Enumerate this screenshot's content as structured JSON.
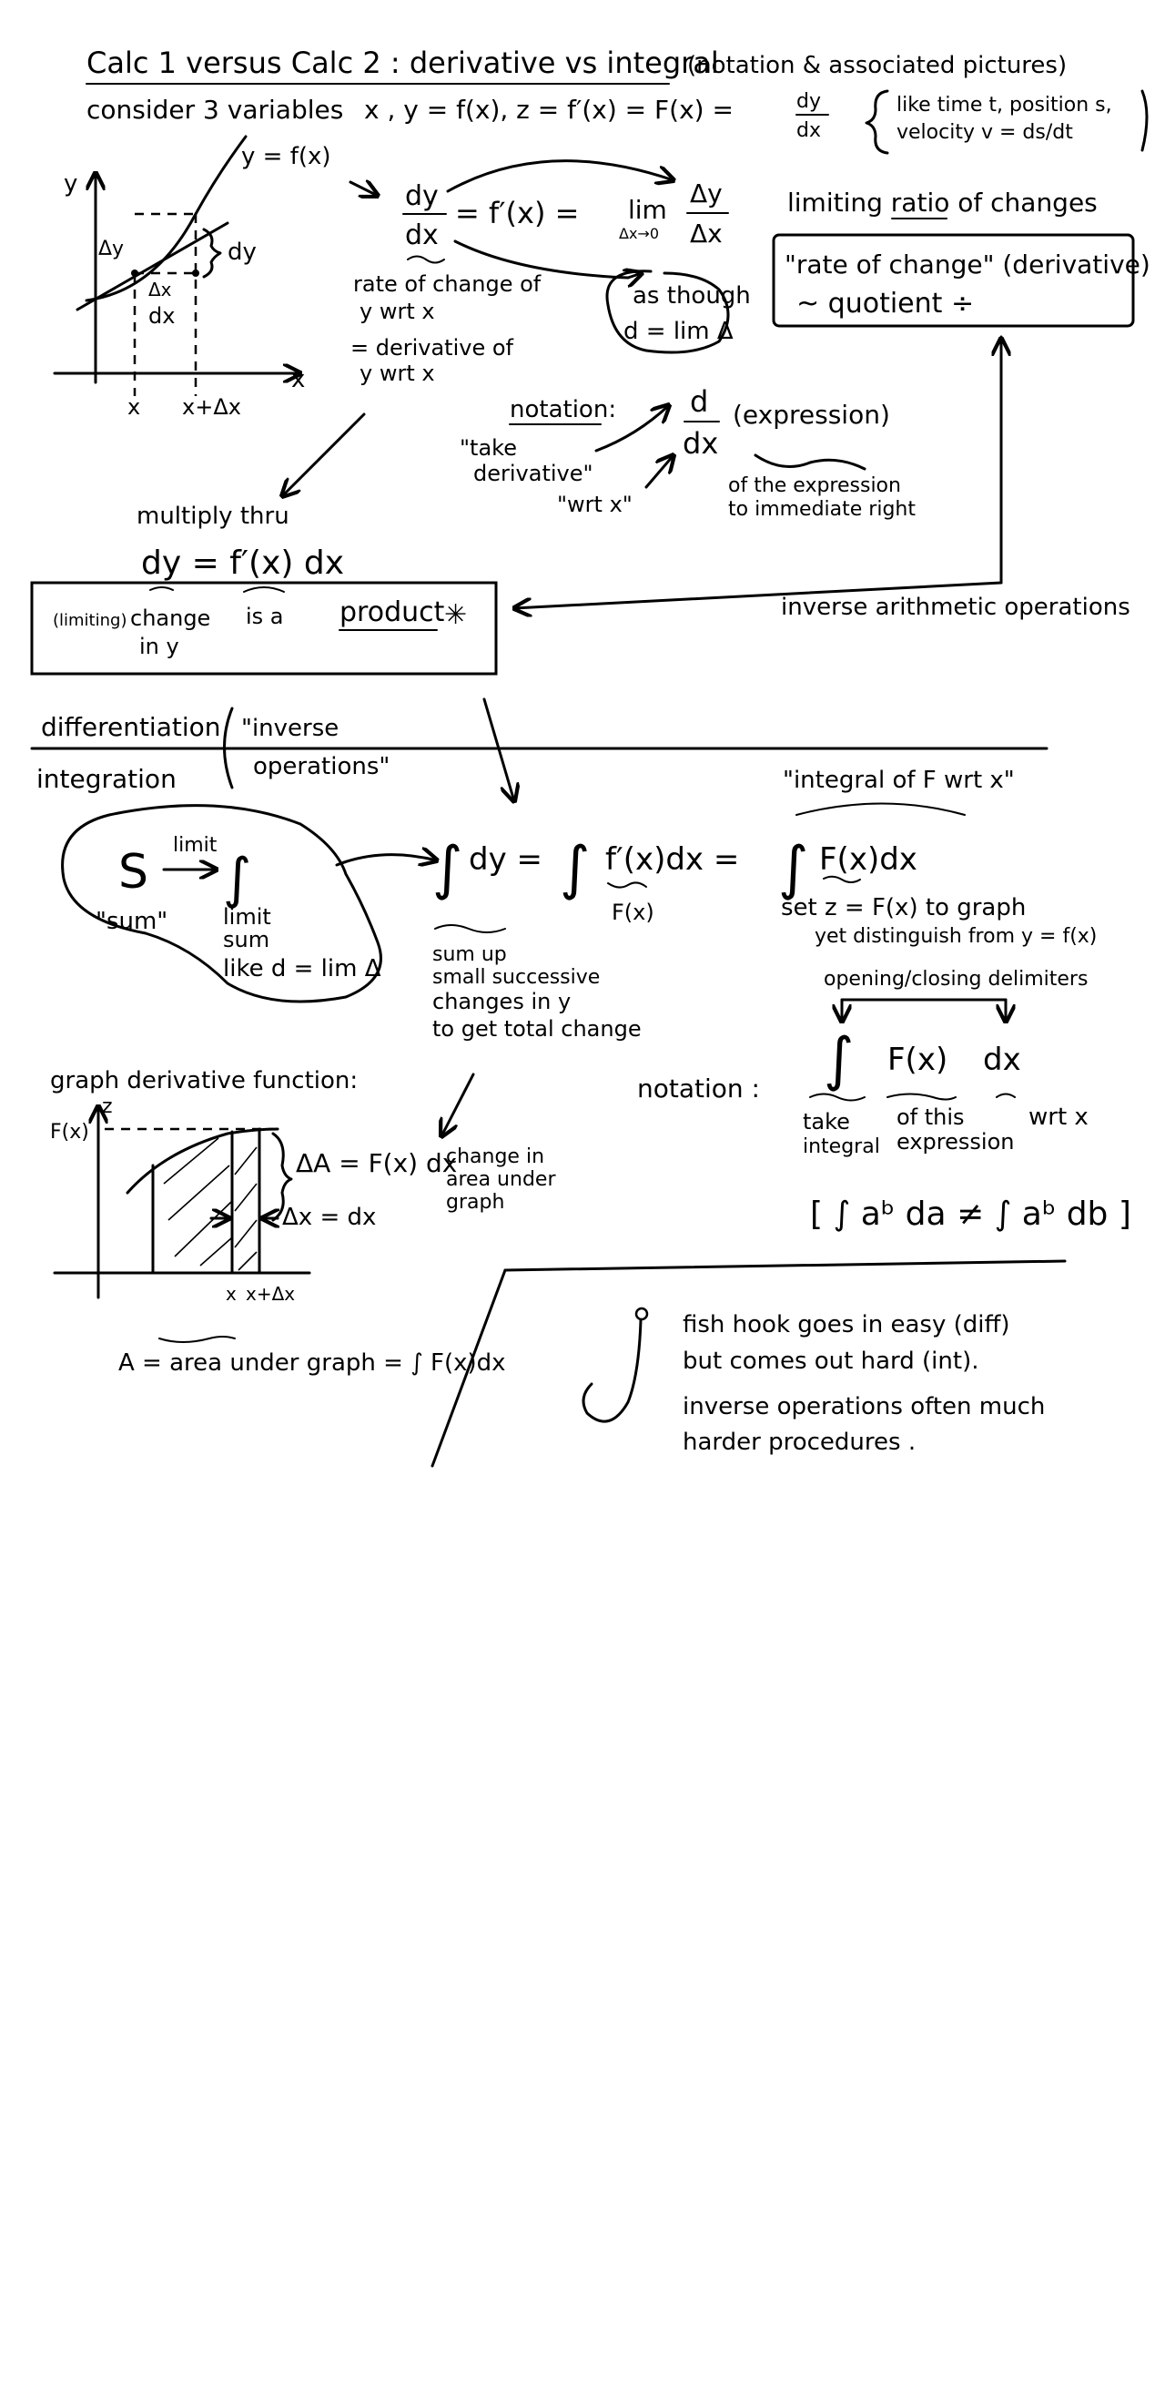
{
  "title": {
    "main": "Calc 1 versus Calc 2 : derivative vs integral",
    "sub": "(notation & associated pictures)"
  },
  "intro": {
    "consider": "consider 3 variables",
    "vars": "x ,  y = f(x),   z = f′(x) = F(x) =",
    "frac_num": "dy",
    "frac_den": "dx",
    "note_line1": "like time t, position s,",
    "note_line2": "velocity  v = ds/dt"
  },
  "graph1": {
    "curve_label": "y = f(x)",
    "y_axis": "y",
    "x_axis": "x",
    "dy_small": "Δy",
    "dy_brace": "dy",
    "dx_small": "Δx",
    "dx_under": "dx",
    "tick_x": "x",
    "tick_xdx": "x+Δx"
  },
  "derivative_def": {
    "num": "dy",
    "den": "dx",
    "eq": "=  f′(x)   =",
    "lim": "lim",
    "lim_sub": "Δx→0",
    "ratio_num": "Δy",
    "ratio_den": "Δx",
    "rate1": "rate of change of",
    "rate2": "y  wrt x",
    "deriv1": "= derivative of",
    "deriv2": "y wrt x",
    "as_though1": "as though",
    "as_though2": "d = lim Δ"
  },
  "limiting": {
    "heading": "limiting ratio of changes",
    "box1": "\"rate of change\" (derivative)",
    "box2": "~ quotient  ÷"
  },
  "notation1": {
    "label": "notation:",
    "take1": "\"take",
    "take2": "derivative\"",
    "wrt": "\"wrt x\"",
    "d": "d",
    "dx": "dx",
    "expr": "(expression)",
    "of1": "of the expression",
    "of2": "to immediate right"
  },
  "product": {
    "multiply": "multiply thru",
    "eq": "dy  =  f′(x) dx",
    "limiting": "(limiting)",
    "change1": "change",
    "change2": "in y",
    "isa": "is a",
    "product": "product",
    "star": "✳",
    "inverse": "inverse arithmetic operations"
  },
  "divider": {
    "diff": "differentiation",
    "integ": "integration",
    "ops1": "\"inverse",
    "ops2": "operations\""
  },
  "integral": {
    "blob_S": "S",
    "blob_limit": "limit",
    "blob_sum_q": "\"sum\"",
    "blob_ls1": "limit",
    "blob_ls2": "sum",
    "blob_like": "like d = lim Δ",
    "eq_part1": "dy  =",
    "eq_part2": "f′(x)dx   =",
    "eq_part3": "F(x)dx",
    "under_F": "F(x)",
    "integral_of": "\"integral of F wrt x\"",
    "sumup1": "sum up",
    "sumup2": "small successive",
    "sumup3": "changes in y",
    "sumup4": "to get total change",
    "set1": "set  z = F(x)  to graph",
    "set2": "yet distinguish from y = f(x)"
  },
  "notation2": {
    "label": "notation :",
    "delims": "opening/closing delimiters",
    "F": "F(x)",
    "dx": "dx",
    "take1": "take",
    "take2": "integral",
    "of1": "of this",
    "of2": "expression",
    "wrt": "wrt x",
    "ineq": "[ ∫ aᵇ da ≠ ∫ aᵇ db ]"
  },
  "graph2": {
    "heading": "graph derivative function:",
    "fx": "F(x)",
    "z": "z",
    "dA": "ΔA = F(x) dx",
    "change1": "change in",
    "change2": "area under",
    "change3": "graph",
    "dx": "Δx = dx",
    "tick_x": "x",
    "tick_xdx": "x+Δx",
    "area": "A = area under graph = ∫ F(x)dx"
  },
  "fishhook": {
    "line1": "fish hook goes in easy (diff)",
    "line2": "but comes out hard (int).",
    "line3": "inverse operations often much",
    "line4": "harder procedures ."
  }
}
